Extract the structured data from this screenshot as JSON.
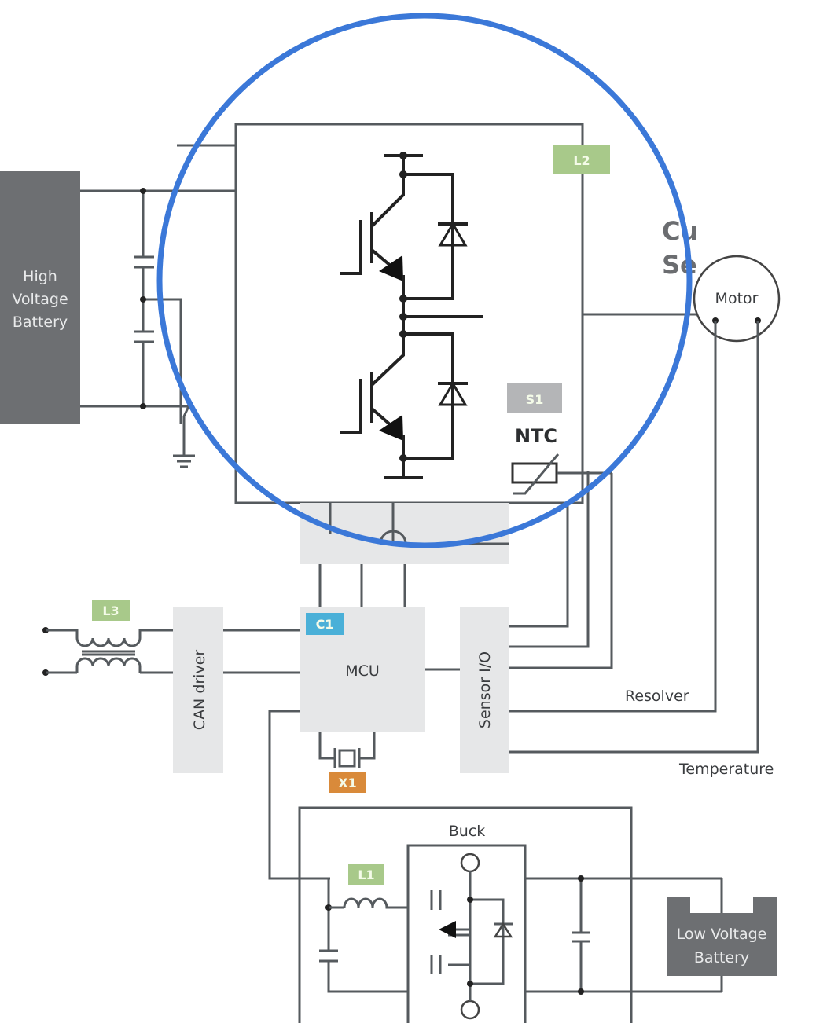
{
  "diagram": {
    "title": "Traction inverter block diagram with magnified IGBT half-bridge",
    "colors": {
      "magnifier_ring": "#3b78d8",
      "wire": "#555a5e",
      "block_fill": "#e6e7e8",
      "battery_fill": "#6d6f72",
      "tag_green": "#a8c98a",
      "tag_blue": "#4ab0d8",
      "tag_orange": "#d98a3a",
      "tag_gray": "#b4b5b7"
    },
    "blocks": {
      "hv_battery": [
        "High",
        "Voltage",
        "Battery"
      ],
      "lv_battery": [
        "Low Voltage",
        "Battery"
      ],
      "motor": "Motor",
      "current_sensor": [
        "Cu",
        "Se"
      ],
      "can_driver": "CAN driver",
      "mcu": "MCU",
      "sensor_io": "Sensor I/O",
      "buck": "Buck",
      "ntc": "NTC"
    },
    "tags": {
      "l1": "L1",
      "l2": "L2",
      "l3": "L3",
      "c1": "C1",
      "s1": "S1",
      "x1": "X1"
    },
    "signals": {
      "resolver": "Resolver",
      "temperature": "Temperature"
    }
  }
}
